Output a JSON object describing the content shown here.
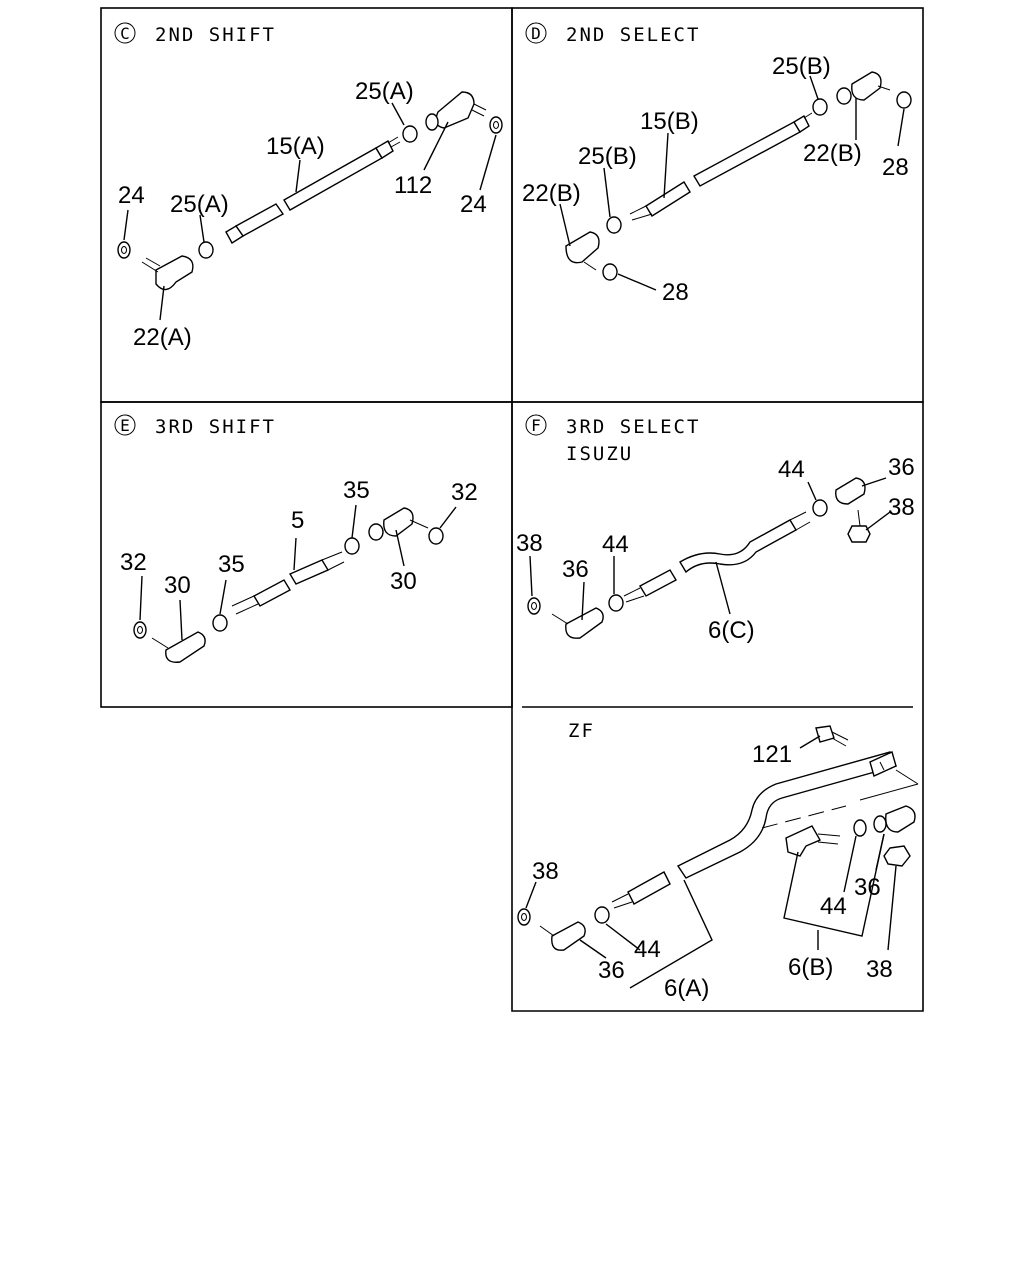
{
  "panels": {
    "c": {
      "letter": "C",
      "title": "2ND SHIFT"
    },
    "d": {
      "letter": "D",
      "title": "2ND SELECT"
    },
    "e": {
      "letter": "E",
      "title": "3RD SHIFT"
    },
    "f": {
      "letter": "F",
      "title": "3RD SELECT",
      "subtitle": "ISUZU"
    },
    "zf": {
      "title": "ZF"
    }
  },
  "labels": {
    "c": {
      "p25a_top": "25(A)",
      "p15a": "15(A)",
      "p112": "112",
      "p24_right": "24",
      "p24_left": "24",
      "p25a_mid": "25(A)",
      "p22a": "22(A)"
    },
    "d": {
      "p25b_top": "25(B)",
      "p15b": "15(B)",
      "p22b_right": "22(B)",
      "p28_right": "28",
      "p25b_mid": "25(B)",
      "p22b_left": "22(B)",
      "p28_low": "28"
    },
    "e": {
      "p35_right": "35",
      "p32_right": "32",
      "p5": "5",
      "p30_right": "30",
      "p32_left": "32",
      "p30_left": "30",
      "p35_left": "35"
    },
    "f": {
      "p44_top": "44",
      "p36_top": "36",
      "p38_right": "38",
      "p38_left": "38",
      "p36_left": "36",
      "p44_left": "44",
      "p6c": "6(C)"
    },
    "zf": {
      "p121": "121",
      "p36_mid": "36",
      "p44_mid": "44",
      "p6b": "6(B)",
      "p38_right": "38",
      "p38_left": "38",
      "p44_low": "44",
      "p36_low": "36",
      "p6a": "6(A)"
    }
  }
}
